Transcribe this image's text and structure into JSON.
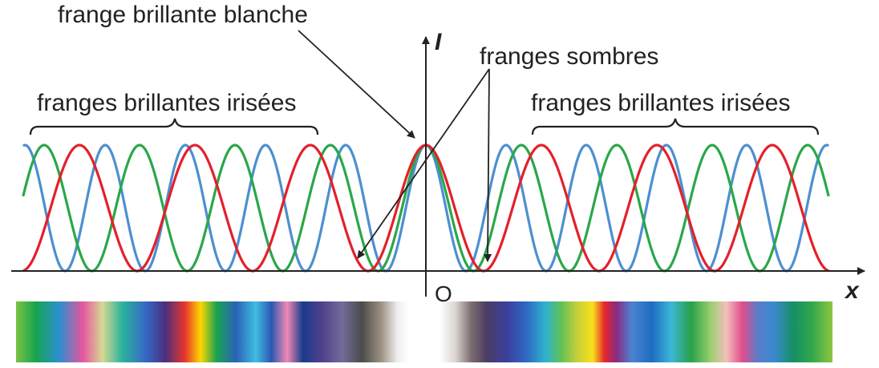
{
  "labels": {
    "center_bright": "frange brillante blanche",
    "dark_fringes": "franges sombres",
    "left_iridescent": "franges brillantes irisées",
    "right_iridescent": "franges brillantes irisées"
  },
  "axes": {
    "y_label": "I",
    "x_label": "x",
    "origin_label": "O"
  },
  "colors": {
    "red": "#e3202b",
    "green": "#2aa74a",
    "blue": "#4d8fd0",
    "axis": "#222222"
  },
  "chart_data": {
    "type": "line",
    "series": [
      {
        "color": "red",
        "period": 1.21
      },
      {
        "color": "green",
        "period": 1.0
      },
      {
        "color": "blue",
        "period": 0.84
      }
    ],
    "x_range": [
      -4.22,
      4.22
    ],
    "y_range": [
      0,
      1
    ],
    "spectrum_strip": true
  }
}
